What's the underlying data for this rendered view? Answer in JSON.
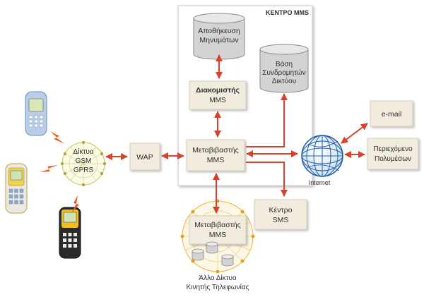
{
  "mms_center": {
    "title": "ΚΕΝΤΡΟ MMS"
  },
  "storage": {
    "line1": "Αποθήκευση",
    "line2": "Μηνυμάτων"
  },
  "subscriber_db": {
    "line1": "Βάση",
    "line2": "Συνδρομητών",
    "line3": "Δικτύου"
  },
  "relay_server": {
    "line1": "Διακομιστής",
    "line2": "MMS"
  },
  "mms_switch": {
    "line1": "Μεταβιβαστής",
    "line2": "MMS"
  },
  "wap": {
    "label": "WAP"
  },
  "gsm_network": {
    "line1": "Δίκτυο",
    "line2": "GSM",
    "line3": "GPRS"
  },
  "internet": {
    "label": "Internet"
  },
  "email": {
    "label": "e-mail"
  },
  "multimedia_content": {
    "line1": "Περιεχόμενο",
    "line2": "Πολυμέσων"
  },
  "sms_center": {
    "line1": "Κέντρο",
    "line2": "SMS"
  },
  "other_switch": {
    "line1": "Μεταβιβαστής",
    "line2": "MMS"
  },
  "other_network": {
    "line1": "Άλλο Δίκτυο",
    "line2": "Κινητής Τηλεφωνίας"
  },
  "colors": {
    "arrow": "#d9412b",
    "box_fill": "#f2ecde",
    "box_border": "#d8d0c0",
    "cylinder": "#d3d3d3",
    "globe": "#1e5fa8",
    "lightning": "#e65a1c",
    "gsm_web": "#c9c35a",
    "other_web": "#f0b53a"
  }
}
